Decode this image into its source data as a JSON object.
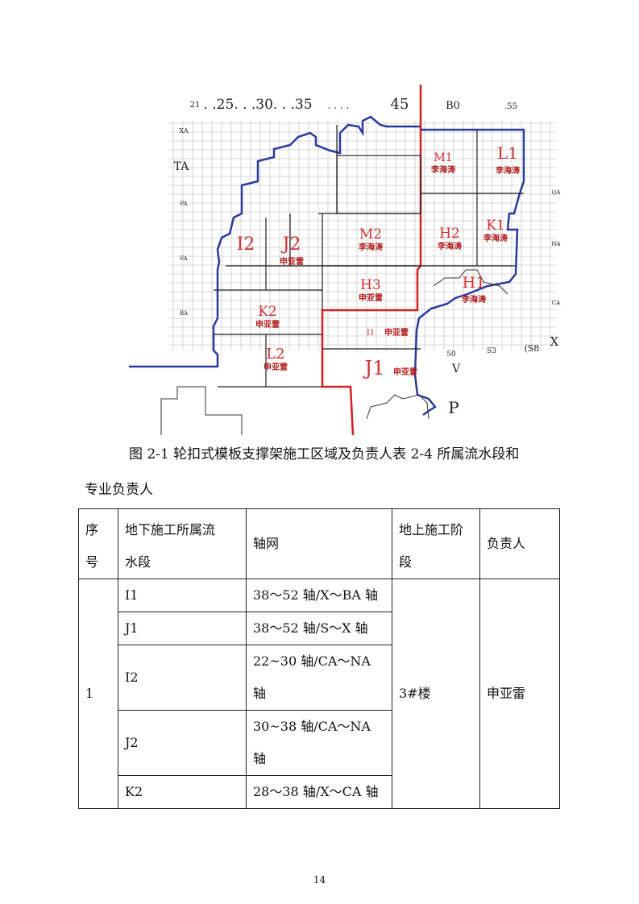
{
  "figure": {
    "top_ticks": [
      "21",
      ". .25. . .30. . .35",
      ". . . .",
      "45",
      "B0",
      ".55"
    ],
    "side_labels": [
      "XA",
      "TA",
      "PA",
      "FA",
      "BA",
      "QA",
      "HA",
      "CA",
      "X",
      "S3",
      "(S8",
      "50",
      "V",
      "P"
    ],
    "zones": [
      {
        "id": "M1",
        "person": "李海涛"
      },
      {
        "id": "L1",
        "person": "李海涛"
      },
      {
        "id": "H2",
        "person": "李海涛"
      },
      {
        "id": "K1",
        "person": "李海涛"
      },
      {
        "id": "I2",
        "person": ""
      },
      {
        "id": "J2",
        "person": "申亚雷"
      },
      {
        "id": "M2",
        "person": "李海涛"
      },
      {
        "id": "H3",
        "person": "申亚雷"
      },
      {
        "id": "H1",
        "person": "李海涛"
      },
      {
        "id": "K2",
        "person": "申亚雷"
      },
      {
        "id": "I1",
        "person": "申亚雷"
      },
      {
        "id": "L2",
        "person": "申亚雷"
      },
      {
        "id": "J1",
        "person": "申亚雷"
      }
    ],
    "colors": {
      "boundary": "#2a3a9c",
      "split": "#d42020",
      "grid": "#b8b8b8",
      "zone_text": "#d03030"
    }
  },
  "caption_line1": "图 2-1 轮扣式模板支撑架施工区域及负责人表 2-4 所属流水段和",
  "caption_line2": "专业负责人",
  "table": {
    "headers": [
      "序号",
      "地下施工所属流水段",
      "轴网",
      "地上施工阶段",
      "负责人"
    ],
    "header_lines": {
      "seq": [
        "序",
        "号"
      ],
      "segment": [
        "地下施工所属流",
        "水段"
      ],
      "axis": [
        "轴网"
      ],
      "stage": [
        "地上施工阶",
        "段"
      ],
      "owner": [
        "负责人"
      ]
    },
    "group": {
      "seq": "1",
      "stage": "3#楼",
      "owner": "申亚雷"
    },
    "rows": [
      {
        "segment": "I1",
        "axis_lines": [
          "38～52 轴/X～BA 轴"
        ]
      },
      {
        "segment": "J1",
        "axis_lines": [
          "38～52 轴/S～X 轴"
        ]
      },
      {
        "segment": "I2",
        "axis_lines": [
          "22~30 轴/CA～NA",
          "轴"
        ]
      },
      {
        "segment": "J2",
        "axis_lines": [
          "30~38 轴/CA～NA",
          "轴"
        ]
      },
      {
        "segment": "K2",
        "axis_lines": [
          "28～38 轴/X～CA 轴"
        ]
      }
    ]
  },
  "page_number": "14"
}
